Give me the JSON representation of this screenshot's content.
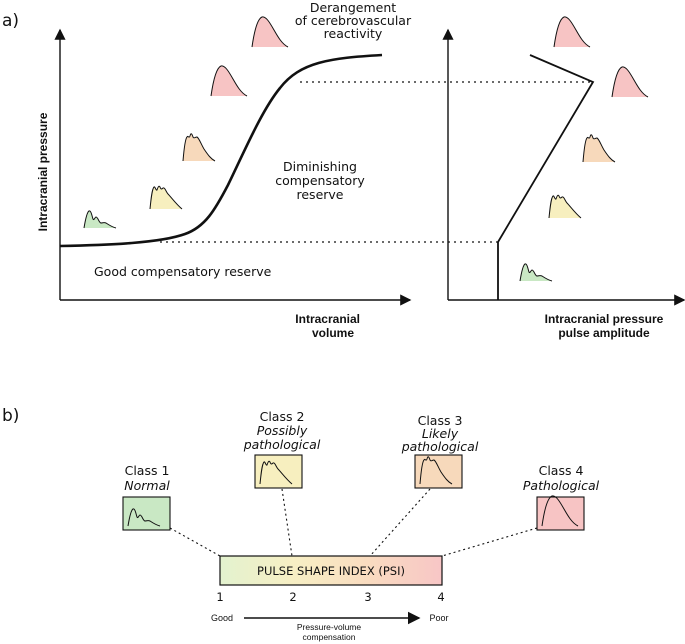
{
  "panel_a": {
    "label": "a)",
    "ylabel": "Intracranial pressure",
    "xlabel_line1": "Intracranial",
    "xlabel_line2": "volume",
    "right_xlabel_line1": "Intracranial pressure",
    "right_xlabel_line2": "pulse amplitude",
    "good_reserve": "Good compensatory reserve",
    "diminishing_line1": "Diminishing",
    "diminishing_line2": "compensatory",
    "diminishing_line3": "reserve",
    "derangement_line1": "Derangement",
    "derangement_line2": "of cerebrovascular",
    "derangement_line3": "reactivity"
  },
  "panel_b": {
    "label": "b)",
    "psi_label": "PULSE SHAPE INDEX (PSI)",
    "ticks": [
      "1",
      "2",
      "3",
      "4"
    ],
    "good_label": "Good",
    "poor_label": "Poor",
    "axis_line1": "Pressure-volume",
    "axis_line2": "compensation",
    "classes": [
      {
        "name": "Class 1",
        "desc_line1": "Normal",
        "desc_line2": "",
        "color": "#c9e8c4"
      },
      {
        "name": "Class 2",
        "desc_line1": "Possibly",
        "desc_line2": "pathological",
        "color": "#f7efbf"
      },
      {
        "name": "Class 3",
        "desc_line1": "Likely",
        "desc_line2": "pathological",
        "color": "#f7d9bb"
      },
      {
        "name": "Class 4",
        "desc_line1": "Pathological",
        "desc_line2": "",
        "color": "#f7c4c4"
      }
    ]
  },
  "colors": {
    "green": "#c9e8c4",
    "yellow": "#f7efbf",
    "orange": "#f7d9bb",
    "red": "#f7c4c4"
  }
}
